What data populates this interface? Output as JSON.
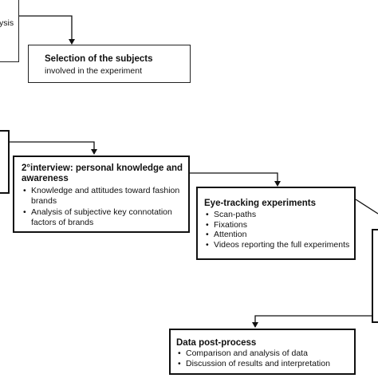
{
  "top_left_box": {
    "fragment": "ysis"
  },
  "selection_box": {
    "title": "Selection of the subjects",
    "subtitle": "involved in the experiment"
  },
  "interview_box": {
    "title": "2°interview: personal knowledge and awareness",
    "items": [
      "Knowledge and attitudes toward fashion brands",
      "Analysis of subjective key connotation factors of brands"
    ]
  },
  "eyetracking_box": {
    "title": "Eye-tracking experiments",
    "items": [
      "Scan-paths",
      "Fixations",
      "Attention",
      "Videos reporting the full experiments"
    ]
  },
  "postprocess_box": {
    "title": "Data post-process",
    "items": [
      "Comparison and analysis of data",
      "Discussion of results and interpretation"
    ]
  }
}
